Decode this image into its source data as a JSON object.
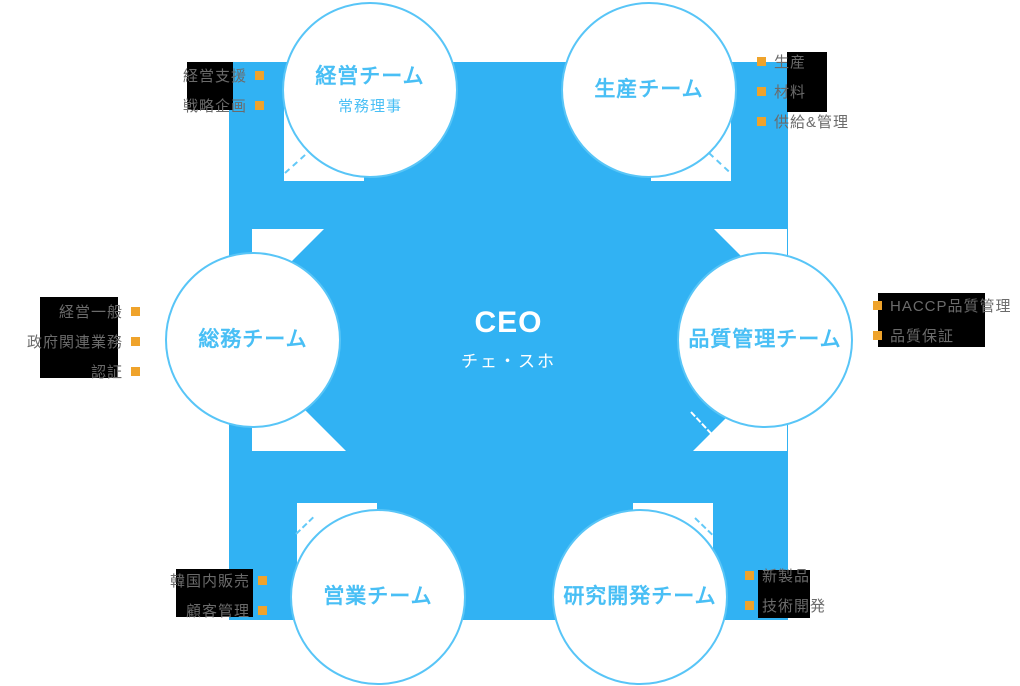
{
  "org_chart": {
    "ceo": {
      "title": "CEO",
      "name": "チェ・スホ"
    },
    "teams": [
      {
        "name": "経営チーム",
        "subtitle": "常務理事",
        "duties": [
          "経営支援",
          "戦略企画"
        ]
      },
      {
        "name": "生産チーム",
        "duties": [
          "生産",
          "材料",
          "供給&管理"
        ]
      },
      {
        "name": "総務チーム",
        "duties": [
          "経営一般",
          "政府関連業務",
          "認証"
        ]
      },
      {
        "name": "品質管理チーム",
        "duties": [
          "HACCP品質管理",
          "品質保証"
        ]
      },
      {
        "name": "営業チーム",
        "duties": [
          "韓国内販売",
          "顧客管理"
        ]
      },
      {
        "name": "研究開発チーム",
        "duties": [
          "新製品",
          "技術開発"
        ]
      }
    ],
    "colors": {
      "square_blue": "#31B2F3",
      "circle_border": "#58C5F7",
      "team_text": "#49BFF5",
      "bullet_orange": "#EFA32B",
      "label_gray": "#6b6b6b",
      "label_backdrop": "#000000",
      "ceo_text": "#FFFFFF"
    }
  }
}
